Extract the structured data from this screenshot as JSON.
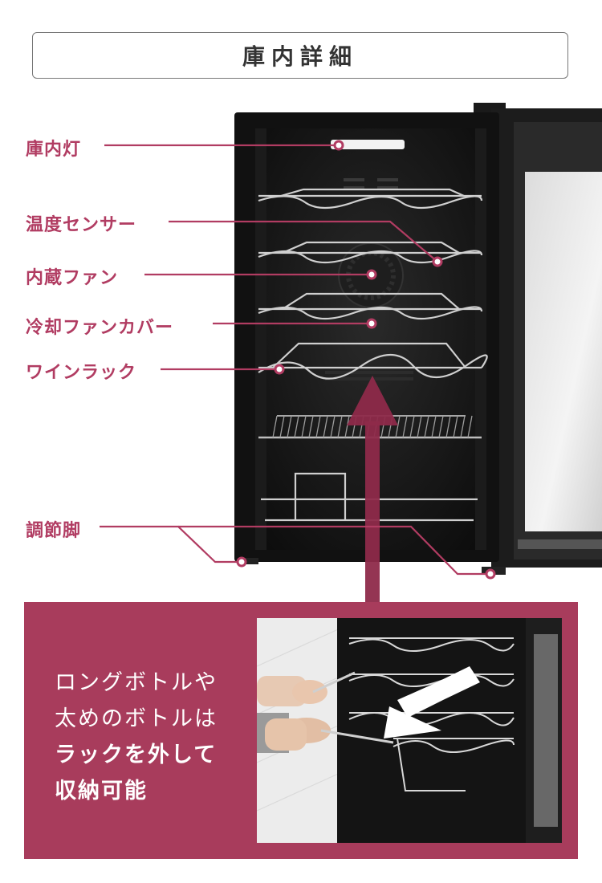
{
  "title": "庫内詳細",
  "labels": {
    "light": "庫内灯",
    "sensor": "温度センサー",
    "fan": "内蔵ファン",
    "fan_cover": "冷却ファンカバー",
    "rack": "ワインラック",
    "foot": "調節脚"
  },
  "panel": {
    "line1": "ロングボトルや",
    "line2": "太めのボトルは",
    "line3": "ラックを外して",
    "line4": "収納可能"
  },
  "colors": {
    "accent": "#b13c62",
    "panel": "#a83c5c",
    "arrow": "#8e2a4a"
  },
  "icons": {
    "callout_dot": "circle-dot-icon",
    "direction_arrow": "arrow-up-icon",
    "pull_arrow": "arrow-down-left-icon"
  }
}
